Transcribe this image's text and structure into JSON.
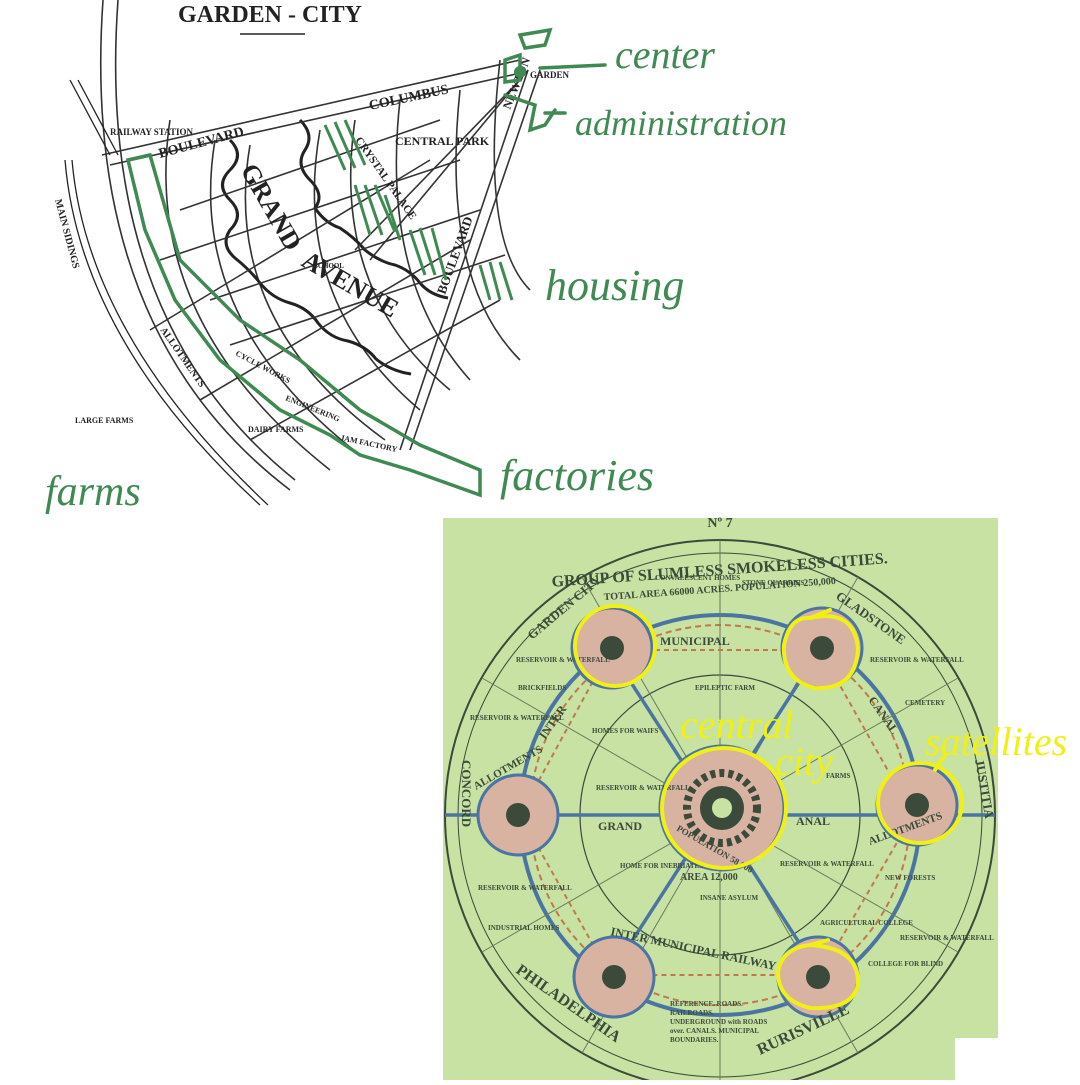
{
  "map1": {
    "title": "GARDEN - CITY",
    "street_labels": {
      "boulevard_top": "BOULEVARD",
      "columbus": "COLUMBUS",
      "grand": "GRAND",
      "avenue": "AVENUE",
      "central_park": "CENTRAL PARK",
      "crystal_palace": "CRYSTAL PALACE",
      "newton": "NEWTON",
      "boulevard_side": "BOULEVARD",
      "railway_station": "RAILWAY STATION",
      "main_sidings": "MAIN SIDINGS",
      "allotments": "ALLOTMENTS",
      "large_farms": "LARGE FARMS",
      "dairy_farms": "DAIRY FARMS",
      "school": "SCHOOL",
      "cycle_works": "CYCLE WORKS",
      "engineering": "ENGINEERING",
      "jam_factory": "JAM FACTORY",
      "garden": "GARDEN"
    },
    "annotations": {
      "center": "center",
      "administration": "administration",
      "housing": "housing",
      "factories": "factories",
      "farms": "farms"
    },
    "colors": {
      "ink": "#222222",
      "annotation": "#3f8a52"
    }
  },
  "map2": {
    "plate_no": "Nº 7",
    "title": "GROUP OF SLUMLESS SMOKELESS CITIES.",
    "subtitle": "TOTAL AREA 66000 ACRES. POPULATION 250,000",
    "city_names": {
      "garden_city": "GARDEN CITY",
      "gladstone": "GLADSTONE",
      "concord": "CONCORD",
      "justitia": "JUSTITIA",
      "philadelphia": "PHILADELPHIA",
      "rurisville": "RURISVILLE"
    },
    "labels": {
      "municipal_top": "MUNICIPAL",
      "inter_left": "INTER",
      "canal": "CANAL",
      "grand": "GRAND",
      "anal": "ANAL",
      "allotments_left": "ALLOTMENTS",
      "allotments_right": "ALLOTMENTS",
      "inter_municipal": "INTER MUNICIPAL RAILWAY",
      "central_population": "POPULATION 58,000",
      "central_area": "AREA 12,000",
      "convalescent": "CONVALESCENT HOMES",
      "stone_quarries": "STONE QUARRIES",
      "reservoir_waterfall": "RESERVOIR & WATERFALL",
      "brickfields": "BRICKFIELDS",
      "epileptic": "EPILEPTIC FARM",
      "homes_waifs": "HOMES FOR WAIFS",
      "farms": "FARMS",
      "cemetery": "CEMETERY",
      "home_inebriates": "HOME FOR INEBRIATES",
      "insane_asylum": "INSANE ASYLUM",
      "new_forests": "NEW FORESTS",
      "industrial_homes": "INDUSTRIAL HOMES",
      "agricultural_college": "AGRICULTURAL COLLEGE",
      "college_blind": "COLLEGE FOR BLIND",
      "reference": "REFERENCE. ROADS. RAILROADS. UNDERGROUND with ROADS over. CANALS. MUNICIPAL BOUNDARIES."
    },
    "annotations": {
      "central": "central",
      "city": "city",
      "satellites": "satellites"
    },
    "colors": {
      "background": "#c7e2a3",
      "annotation": "#f0f015",
      "ink": "#3b4a3a"
    }
  }
}
